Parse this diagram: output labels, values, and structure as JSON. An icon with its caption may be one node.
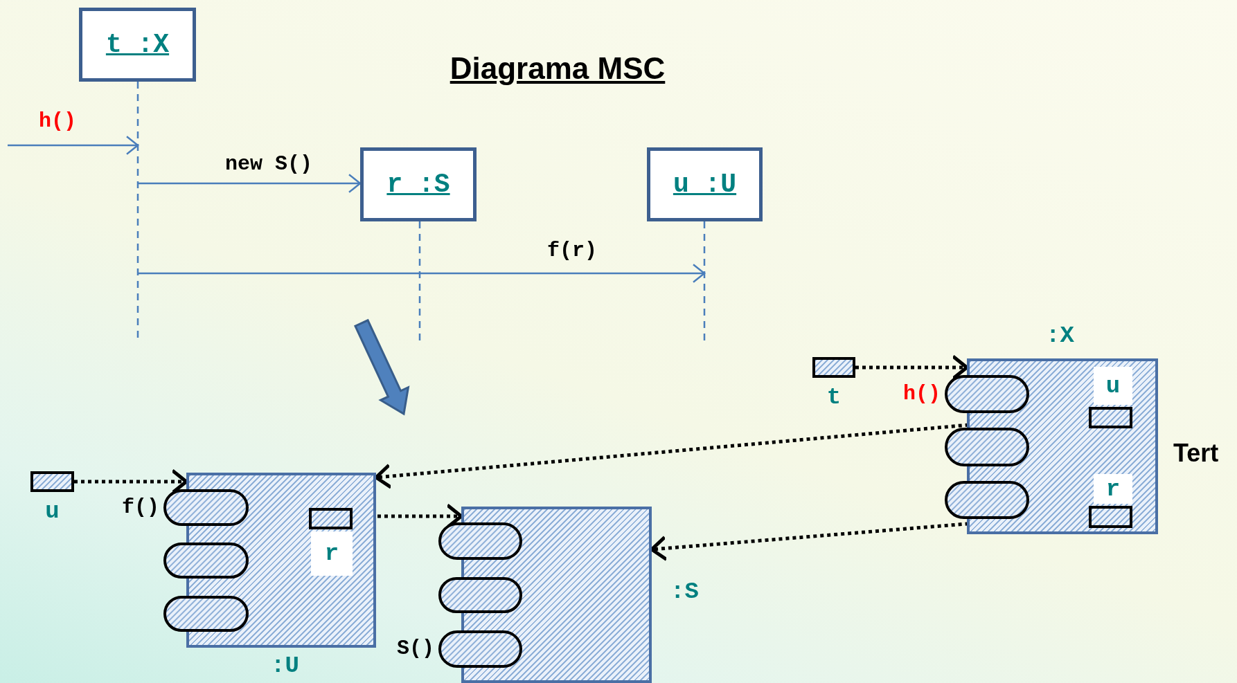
{
  "diagram": {
    "title": "Diagrama MSC",
    "nodes": [
      {
        "text": [
          "t :X"
        ]
      },
      {
        "text": [
          "r :S"
        ]
      },
      {
        "text": [
          "u :U"
        ]
      },
      {
        "text": [
          "t"
        ]
      },
      {
        "text": [
          ":X"
        ],
        "beside": [
          "Tert"
        ]
      },
      {
        "text": [],
        "shape": "oval",
        "beside": [
          "h()"
        ]
      },
      {
        "text": [],
        "shape": "oval"
      },
      {
        "text": [],
        "shape": "oval"
      },
      {
        "text": [
          "u"
        ],
        "in": 4
      },
      {
        "text": [
          "r"
        ],
        "in": 4
      },
      {
        "text": [
          "u"
        ]
      },
      {
        "text": [
          ":U"
        ]
      },
      {
        "text": [],
        "shape": "oval",
        "beside": [
          "f()"
        ]
      },
      {
        "text": [],
        "shape": "oval"
      },
      {
        "text": [],
        "shape": "oval"
      },
      {
        "text": [
          "r"
        ],
        "in": 11
      },
      {
        "text": [
          ":S"
        ]
      },
      {
        "text": [],
        "shape": "oval"
      },
      {
        "text": [],
        "shape": "oval"
      },
      {
        "text": [],
        "shape": "oval",
        "beside": [
          "S()"
        ]
      }
    ],
    "edges": [
      {
        "from": null,
        "to": 0,
        "arrow": "to",
        "label": "h()",
        "color": "#4a7ebb"
      },
      {
        "from": 0,
        "to": 1,
        "arrow": "to",
        "label": "new S()",
        "color": "#4a7ebb"
      },
      {
        "from": 0,
        "to": 2,
        "arrow": "to",
        "label": "f(r)",
        "color": "#4a7ebb"
      },
      {
        "from": 3,
        "to": 4,
        "arrow": "to",
        "style": "dashed"
      },
      {
        "from": 8,
        "to": 11,
        "arrow": "to",
        "style": "dashed"
      },
      {
        "from": 10,
        "to": 11,
        "arrow": "to",
        "style": "dashed"
      },
      {
        "from": 15,
        "to": 16,
        "arrow": "to",
        "style": "dashed"
      },
      {
        "from": 9,
        "to": 16,
        "arrow": "to",
        "style": "dashed"
      }
    ]
  }
}
